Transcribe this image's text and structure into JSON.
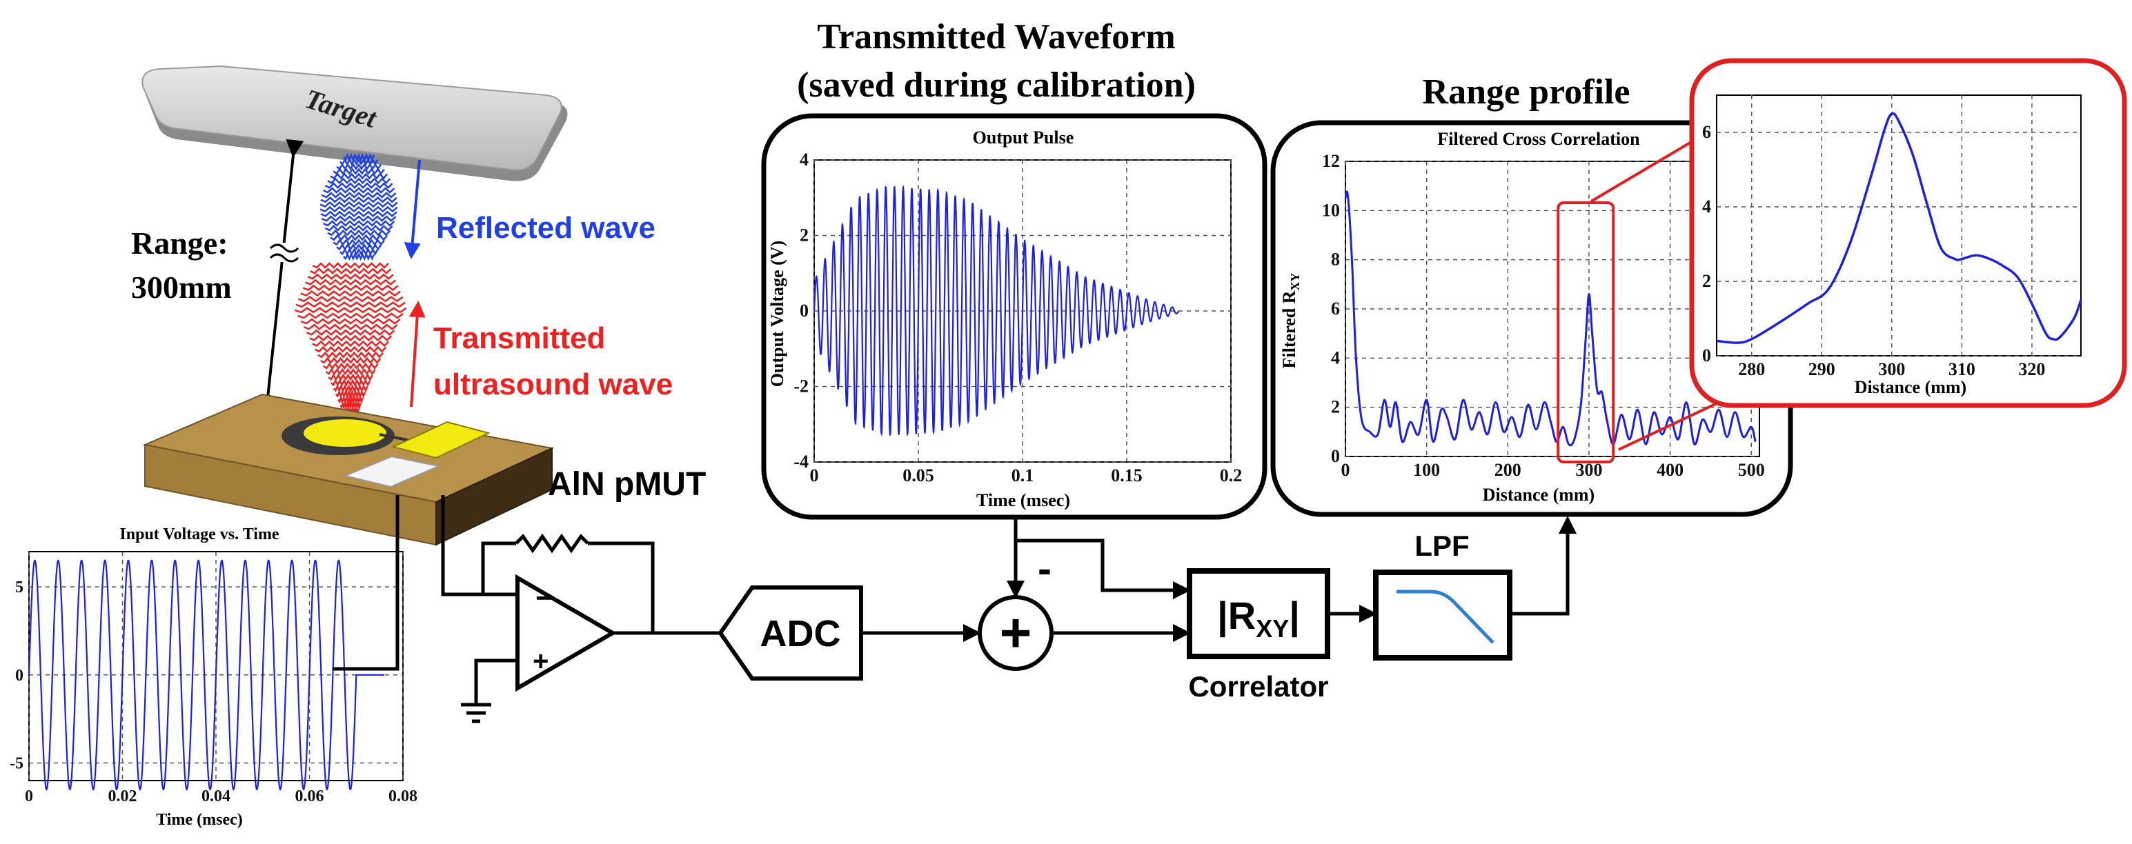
{
  "headings": {
    "transmitted_line1": "Transmitted Waveform",
    "transmitted_line2": "(saved during calibration)",
    "range_profile": "Range profile"
  },
  "scene": {
    "target_label": "Target",
    "range_label_line1": "Range:",
    "range_label_line2": "300mm",
    "reflected_label": "Reflected wave",
    "transmitted_label_line1": "Transmitted",
    "transmitted_label_line2": "ultrasound wave",
    "device_label": "AlN pMUT"
  },
  "blocks": {
    "adc": "ADC",
    "sum_symbol": "+",
    "minus_symbol": "-",
    "correlator_symbol": "|R",
    "correlator_subscript": "XY",
    "correlator_close": "|",
    "correlator_label": "Correlator",
    "lpf_label": "LPF",
    "opamp_minus": "−",
    "opamp_plus": "+"
  },
  "colors": {
    "signal_blue": "#1f1fe0",
    "reflected_blue": "#1f3fe8",
    "transmitted_red": "#ee2020",
    "zoom_frame_red": "#e02020",
    "substrate_tan": "#b8924a",
    "electrode_yellow": "#f2ea10",
    "lpf_curve_blue": "#2f7fd0"
  },
  "chart_data": [
    {
      "id": "input",
      "type": "line",
      "title": "Input Voltage vs. Time",
      "xlabel": "Time (msec)",
      "ylabel": "",
      "xlim": [
        0,
        0.08
      ],
      "ylim": [
        -6,
        7
      ],
      "xticks": [
        0,
        0.02,
        0.04,
        0.06,
        0.08
      ],
      "xtick_labels": [
        "0",
        "0.02",
        "0.04",
        "0.06",
        "0.08"
      ],
      "yticks": [
        -5,
        0,
        5
      ],
      "ytick_labels": [
        "-5",
        "0",
        "5"
      ],
      "grid": true,
      "series": [
        {
          "amplitude": 6.5,
          "cycles": 14,
          "x_end": 0.07,
          "hold_to": 0.076
        }
      ]
    },
    {
      "id": "output",
      "type": "line",
      "title": "Output Pulse",
      "xlabel": "Time (msec)",
      "ylabel": "Output Voltage (V)",
      "xlim": [
        0,
        0.2
      ],
      "ylim": [
        -4,
        4
      ],
      "xticks": [
        0,
        0.05,
        0.1,
        0.15,
        0.2
      ],
      "xtick_labels": [
        "0",
        "0.05",
        "0.1",
        "0.15",
        "0.2"
      ],
      "yticks": [
        -4,
        -2,
        0,
        2,
        4
      ],
      "ytick_labels": [
        "-4",
        "-2",
        "0",
        "2",
        "4"
      ],
      "grid": true,
      "series": [
        {
          "cycles": 42,
          "x_end": 0.175,
          "envelope": [
            [
              0,
              0.8
            ],
            [
              0.02,
              3.0
            ],
            [
              0.035,
              3.3
            ],
            [
              0.06,
              3.2
            ],
            [
              0.075,
              2.9
            ],
            [
              0.1,
              1.9
            ],
            [
              0.13,
              0.9
            ],
            [
              0.16,
              0.3
            ],
            [
              0.175,
              0.05
            ]
          ]
        }
      ]
    },
    {
      "id": "range",
      "type": "line",
      "title": "Filtered Cross Correlation",
      "xlabel": "Distance (mm)",
      "ylabel": "Filtered R",
      "ylabel_sub": "XY",
      "xlim": [
        0,
        510
      ],
      "ylim": [
        0,
        12
      ],
      "xticks": [
        0,
        100,
        200,
        300,
        400,
        500
      ],
      "xtick_labels": [
        "0",
        "100",
        "200",
        "300",
        "400",
        "500"
      ],
      "yticks": [
        0,
        2,
        4,
        6,
        8,
        10,
        12
      ],
      "ytick_labels": [
        "0",
        "2",
        "4",
        "6",
        "8",
        "10",
        "12"
      ],
      "grid": true,
      "highlight_x": [
        262,
        330
      ],
      "series": [
        {
          "x": [
            0,
            3,
            8,
            13,
            20,
            30,
            40,
            48,
            55,
            62,
            70,
            80,
            90,
            100,
            108,
            118,
            125,
            135,
            145,
            155,
            165,
            175,
            185,
            195,
            205,
            215,
            225,
            235,
            245,
            253,
            260,
            268,
            275,
            282,
            290,
            296,
            300,
            304,
            310,
            316,
            322,
            330,
            340,
            350,
            360,
            370,
            380,
            390,
            400,
            410,
            420,
            430,
            440,
            450,
            460,
            470,
            480,
            490,
            500,
            505
          ],
          "y": [
            10.5,
            10.6,
            8.0,
            4.0,
            1.5,
            1.0,
            0.9,
            2.3,
            1.2,
            2.2,
            0.6,
            1.4,
            0.9,
            2.3,
            0.6,
            1.9,
            1.6,
            0.7,
            2.3,
            1.1,
            1.8,
            0.9,
            2.2,
            1.0,
            1.6,
            0.8,
            2.1,
            1.1,
            2.2,
            1.4,
            0.6,
            1.2,
            0.5,
            0.7,
            2.1,
            4.8,
            6.6,
            5.0,
            2.7,
            2.6,
            1.5,
            0.5,
            1.7,
            0.7,
            1.9,
            0.5,
            1.8,
            0.9,
            1.6,
            0.7,
            2.2,
            0.5,
            1.5,
            1.0,
            1.9,
            0.8,
            1.8,
            0.8,
            1.2,
            0.6
          ]
        }
      ]
    },
    {
      "id": "zoom",
      "type": "line",
      "title": "",
      "xlabel": "Distance (mm)",
      "ylabel": "",
      "xlim": [
        275,
        327
      ],
      "ylim": [
        0,
        7
      ],
      "xticks": [
        280,
        290,
        300,
        310,
        320
      ],
      "xtick_labels": [
        "280",
        "290",
        "300",
        "310",
        "320"
      ],
      "yticks": [
        0,
        2,
        4,
        6
      ],
      "ytick_labels": [
        "0",
        "2",
        "4",
        "6"
      ],
      "grid": true,
      "series": [
        {
          "x": [
            275,
            278,
            280,
            284,
            288,
            291,
            294,
            297,
            299,
            300,
            301,
            303,
            305,
            307,
            309,
            310,
            312,
            314,
            316,
            318,
            320,
            322,
            323,
            324,
            326,
            327
          ],
          "y": [
            0.4,
            0.35,
            0.45,
            0.9,
            1.4,
            1.8,
            3.0,
            4.8,
            6.1,
            6.5,
            6.3,
            5.4,
            4.1,
            2.9,
            2.6,
            2.6,
            2.7,
            2.6,
            2.4,
            2.1,
            1.4,
            0.6,
            0.45,
            0.5,
            1.0,
            1.5
          ]
        }
      ]
    }
  ]
}
